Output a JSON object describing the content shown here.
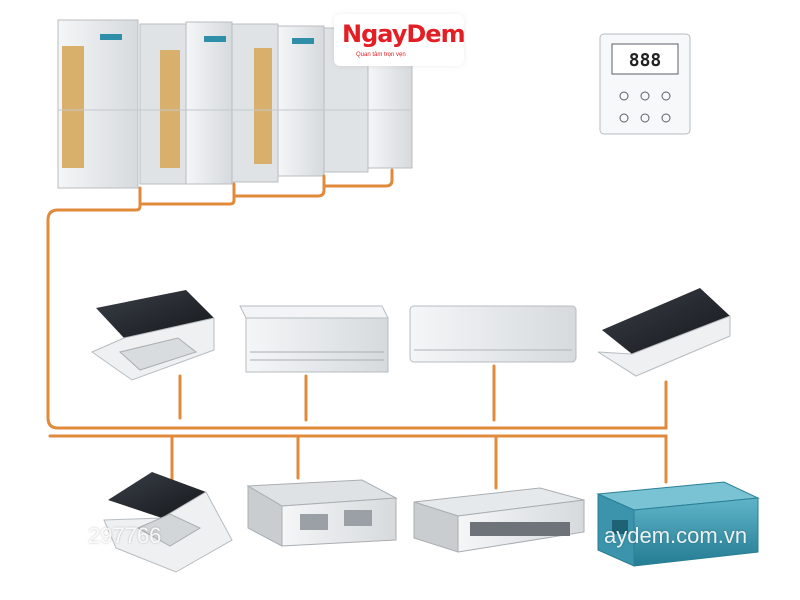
{
  "brand": {
    "logo_text": "NgayDem",
    "tagline": "Quan tâm trọn vẹn",
    "accent_color": "#e31e24"
  },
  "remote": {
    "display_text": "888"
  },
  "watermarks": {
    "phone_fragment": "297766",
    "site_fragment": "aydem.com.vn"
  },
  "colors": {
    "pipe": "#e08a3c",
    "unit_body": "#e9ecee",
    "duct_teal": "#2f8fa8"
  }
}
